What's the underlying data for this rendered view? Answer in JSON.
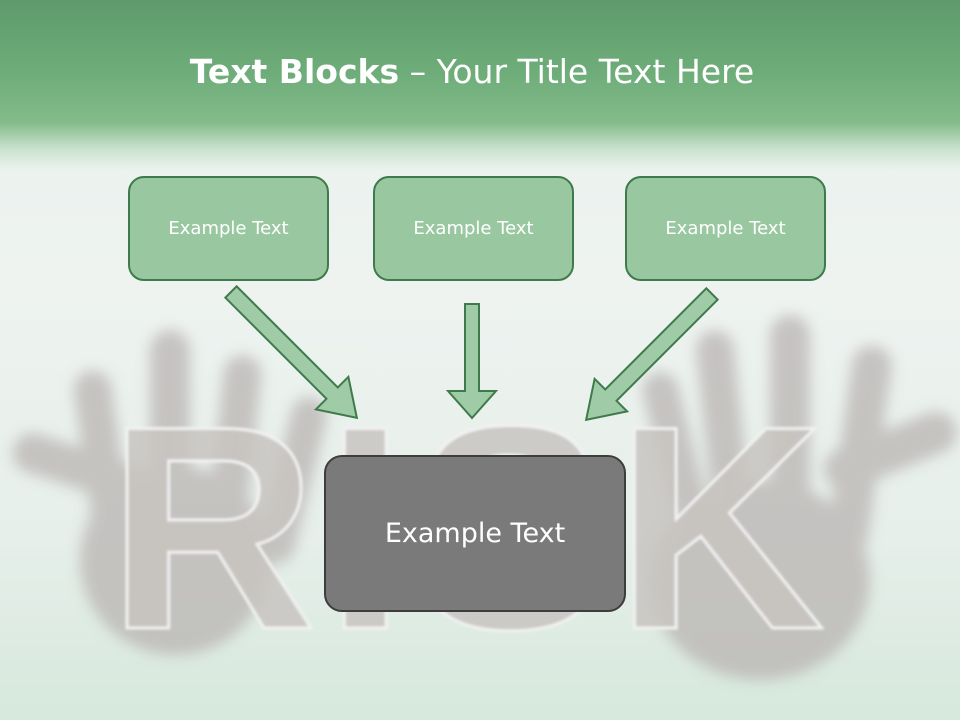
{
  "slide": {
    "title_bold": "Text Blocks",
    "title_dash": " – ",
    "title_rest": "Your Title Text Here",
    "background_word": "RISK",
    "boxes": [
      {
        "label": "Example Text"
      },
      {
        "label": "Example Text"
      },
      {
        "label": "Example Text"
      }
    ],
    "center_box": {
      "label": "Example Text"
    }
  },
  "colors": {
    "header_green": "#6fae7a",
    "box_fill": "#99c8a0",
    "box_border": "#3f7a4c",
    "center_fill": "#7a7a7a",
    "center_border": "#3d3d3d",
    "arrow_fill": "#9fcca6"
  }
}
